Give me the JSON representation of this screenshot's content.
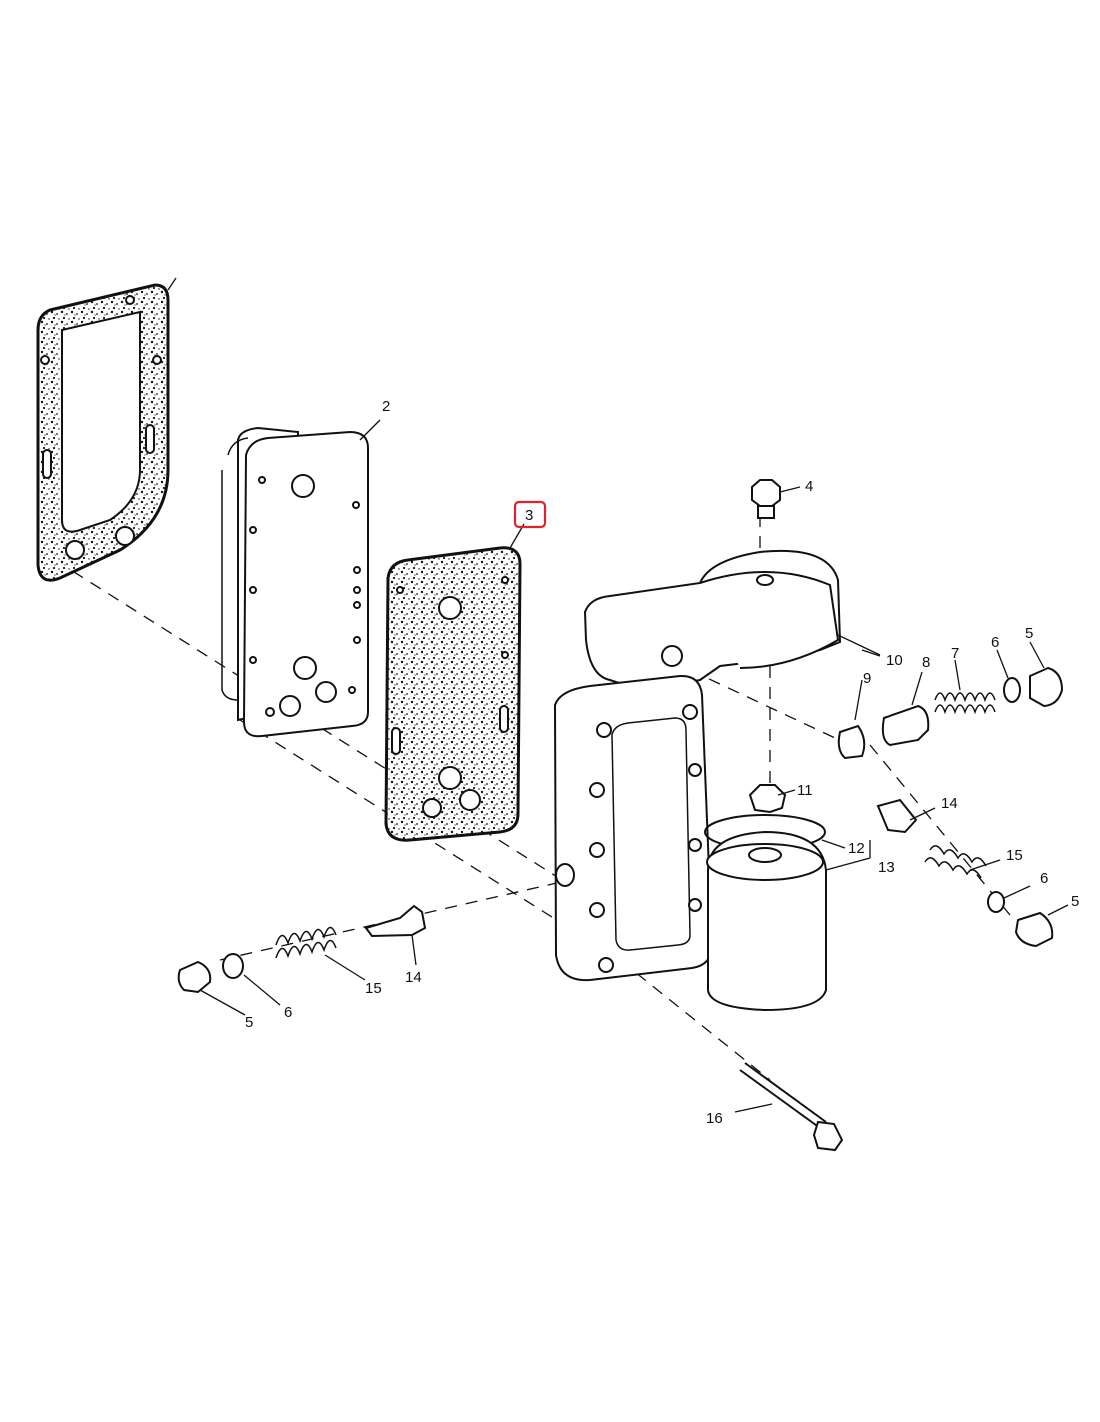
{
  "diagram": {
    "highlight_color": "#e0202a",
    "callouts": [
      {
        "id": "c2",
        "text": "2"
      },
      {
        "id": "c3",
        "text": "3",
        "highlighted": true
      },
      {
        "id": "c4",
        "text": "4"
      },
      {
        "id": "c5a",
        "text": "5"
      },
      {
        "id": "c6a",
        "text": "6"
      },
      {
        "id": "c7",
        "text": "7"
      },
      {
        "id": "c8",
        "text": "8"
      },
      {
        "id": "c9",
        "text": "9"
      },
      {
        "id": "c10",
        "text": "10"
      },
      {
        "id": "c11",
        "text": "11"
      },
      {
        "id": "c12",
        "text": "12"
      },
      {
        "id": "c13",
        "text": "13"
      },
      {
        "id": "c14a",
        "text": "14"
      },
      {
        "id": "c15a",
        "text": "15"
      },
      {
        "id": "c6b",
        "text": "6"
      },
      {
        "id": "c5b",
        "text": "5"
      },
      {
        "id": "c14b",
        "text": "14"
      },
      {
        "id": "c15b",
        "text": "15"
      },
      {
        "id": "c5c",
        "text": "5"
      },
      {
        "id": "c6c",
        "text": "6"
      },
      {
        "id": "c16",
        "text": "16"
      }
    ]
  }
}
